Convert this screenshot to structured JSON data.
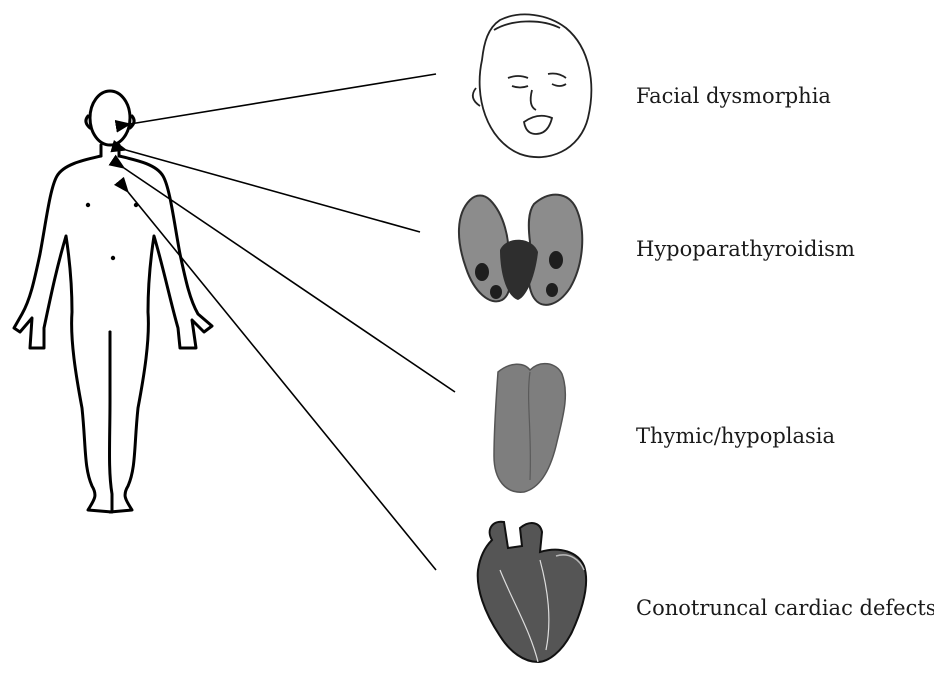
{
  "labels": [
    "Facial dysmorphia",
    "Hypoparathyroidism",
    "Thymic/hypoplasia",
    "Conotruncal cardiac defects"
  ],
  "colors": {
    "ink": "#000000",
    "organ_gray": "#8a8a8a",
    "organ_dark": "#3a3a3a",
    "background": "#ffffff"
  },
  "icons": [
    "human-body-outline",
    "infant-face",
    "parathyroid-glands",
    "thymus",
    "heart"
  ]
}
